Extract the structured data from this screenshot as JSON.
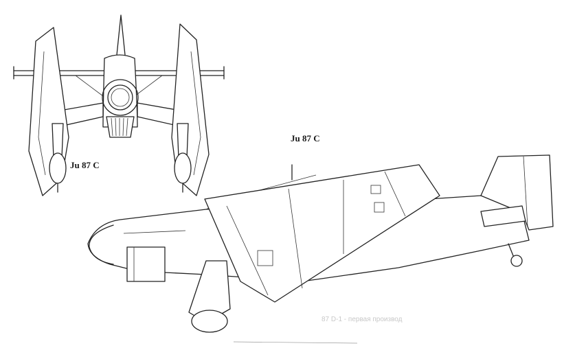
{
  "drawing": {
    "front_view": {
      "label": "Ju 87 C"
    },
    "side_view": {
      "label": "Ju 87 C"
    },
    "faint_caption": "87 D-1 - первая производ"
  },
  "colors": {
    "ink": "#222222",
    "paper": "#ffffff"
  },
  "icons": [
    "front-view-aircraft-drawing",
    "side-view-aircraft-drawing"
  ]
}
